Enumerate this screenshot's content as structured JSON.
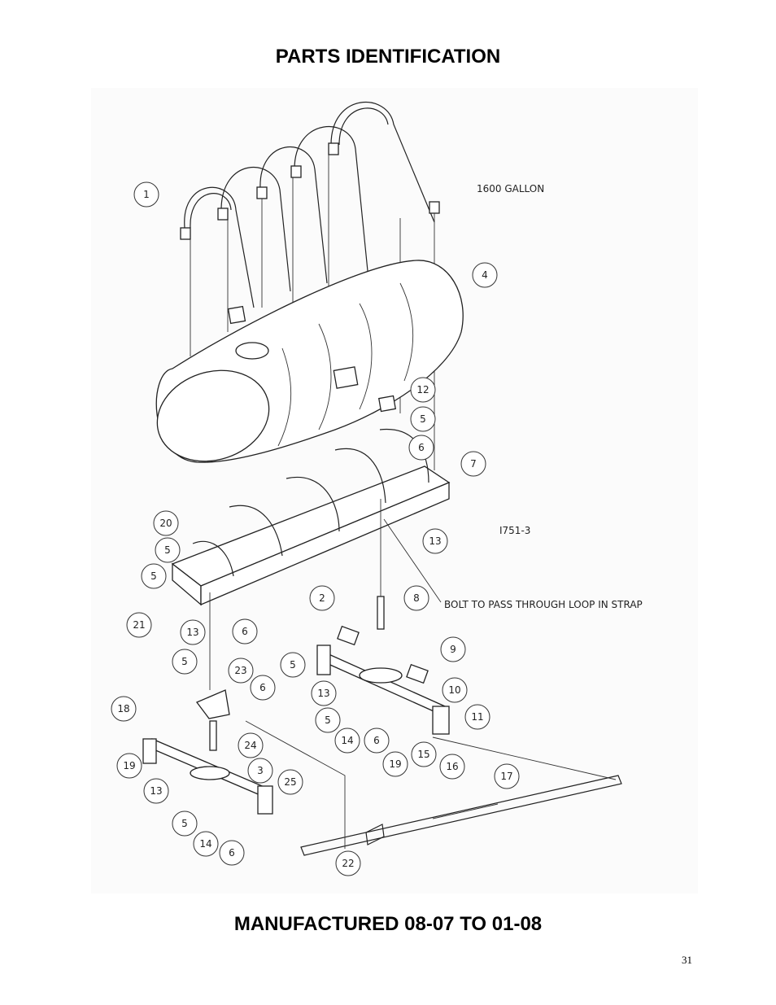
{
  "header": {
    "title": "PARTS IDENTIFICATION"
  },
  "footer": {
    "title": "MANUFACTURED 08-07 TO 01-08",
    "page_number": "31"
  },
  "diagram": {
    "capacity_label": "1600 GALLON",
    "drawing_number": "I751-3",
    "bolt_note": "BOLT TO PASS THROUGH LOOP IN STRAP",
    "callouts": [
      "1",
      "4",
      "12",
      "5",
      "6",
      "7",
      "20",
      "5",
      "13",
      "5",
      "2",
      "8",
      "21",
      "6",
      "13",
      "5",
      "23",
      "6",
      "9",
      "5",
      "10",
      "13",
      "11",
      "5",
      "14",
      "6",
      "18",
      "24",
      "19",
      "15",
      "16",
      "19",
      "3",
      "25",
      "13",
      "17",
      "5",
      "14",
      "6",
      "22"
    ]
  }
}
